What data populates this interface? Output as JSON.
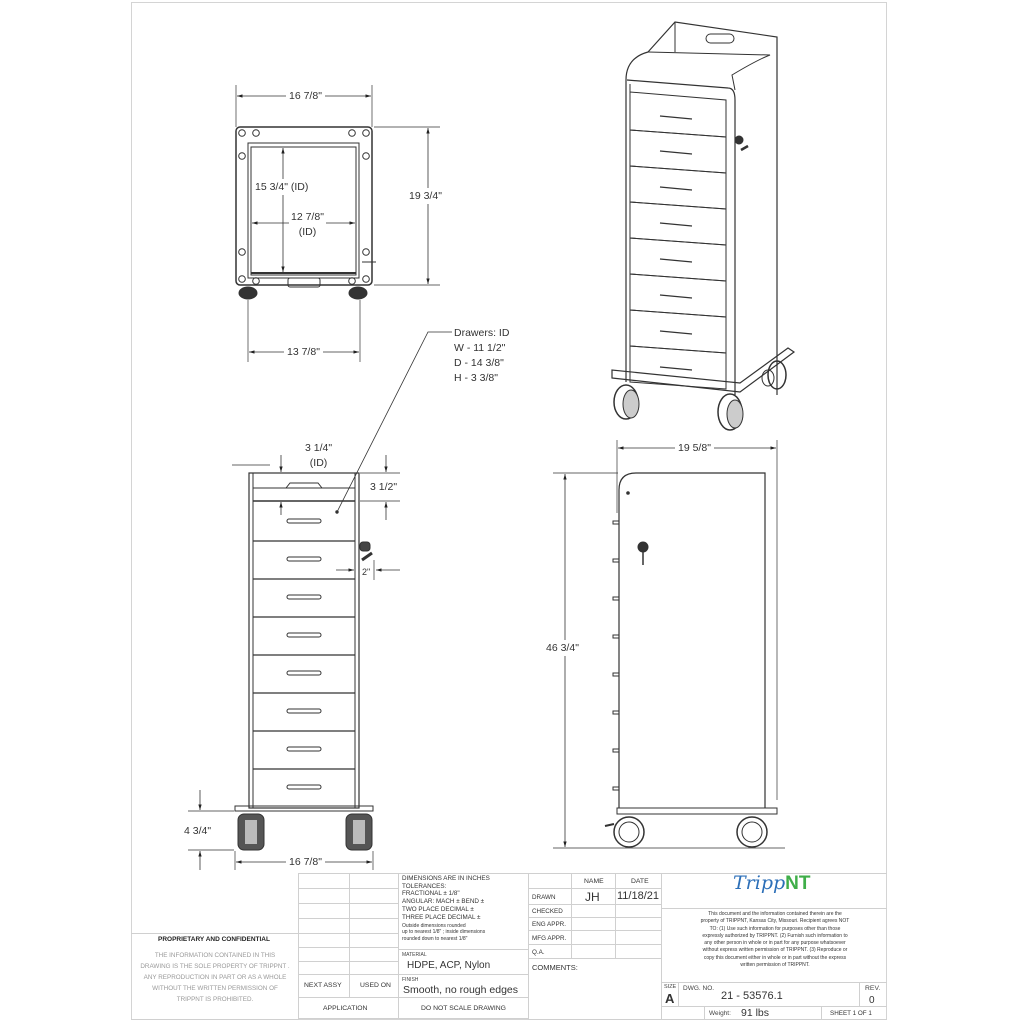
{
  "drawing": {
    "top_view": {
      "overall_width": "16 7/8\"",
      "overall_depth": "19 3/4\"",
      "inner_depth": "15 3/4\" (ID)",
      "inner_width_line1": "12 7/8\"",
      "inner_width_line2": "(ID)",
      "caster_spacing": "13 7/8\""
    },
    "drawer_note": {
      "title": "Drawers: ID",
      "width": "W - 11 1/2\"",
      "depth": "D - 14 3/8\"",
      "height": "H - 3 3/8\""
    },
    "front_view": {
      "top_tray_depth_line1": "3 1/4\"",
      "top_tray_depth_line2": "(ID)",
      "top_tray_height": "3 1/2\"",
      "lock_offset": "2\"",
      "caster_height": "4 3/4\"",
      "overall_width": "16 7/8\"",
      "drawer_count": 8
    },
    "side_view": {
      "overall_depth": "19 5/8\"",
      "overall_height": "46 3/4\""
    }
  },
  "title_block": {
    "proprietary": {
      "title": "PROPRIETARY AND CONFIDENTIAL",
      "body": "THE INFORMATION CONTAINED IN THIS DRAWING IS THE SOLE PROPERTY OF TRIPPNT . ANY REPRODUCTION IN PART OR AS A WHOLE WITHOUT THE WRITTEN PERMISSION OF TRIPPNT IS PROHIBITED."
    },
    "next_assy": "NEXT ASSY",
    "used_on": "USED ON",
    "application": "APPLICATION",
    "tolerances": {
      "line1": "DIMENSIONS ARE IN INCHES",
      "line2": "TOLERANCES:",
      "line3": "FRACTIONAL ±  1/8\"",
      "line4": "ANGULAR: MACH ±     BEND ±",
      "line5": "TWO PLACE DECIMAL     ±",
      "line6": "THREE PLACE DECIMAL   ±",
      "note1": "Outside dimensions rounded",
      "note2": "up to nearest 1/8\" ; inside dimensions",
      "note3": "rounded down to nearest 1/8\""
    },
    "material_label": "MATERIAL",
    "material": "HDPE, ACP, Nylon",
    "finish_label": "FINISH",
    "finish": "Smooth, no rough edges",
    "do_not_scale": "DO  NOT  SCALE  DRAWING",
    "approvals": {
      "name_header": "NAME",
      "date_header": "DATE",
      "drawn_label": "DRAWN",
      "drawn_name": "JH",
      "drawn_date": "11/18/21",
      "checked_label": "CHECKED",
      "eng_label": "ENG APPR.",
      "mfg_label": "MFG APPR.",
      "qa_label": "Q.A.",
      "comments_label": "COMMENTS:"
    },
    "logo": {
      "script": "Tripp",
      "bold": "NT",
      "script_color": "#2c6fb8",
      "bold_color": "#3fae49"
    },
    "legal": "This document and the information contained therein are the property of TRIPPNT, Kansas City, Missouri. Recipient agrees NOT TO: (1) Use such information for purposes other than those expressly authorized by TRIPPNT. (2) Furnish such information to any other person in whole or in part for any purpose whatsoever without express written permission of TRIPPNT. (3) Reproduce or copy this document either in whole or in part without the express written permission of TRIPPNT.",
    "size_label": "SIZE",
    "size": "A",
    "dwg_no_label": "DWG.  NO.",
    "dwg_no": "21 - 53576.1",
    "rev_label": "REV.",
    "rev": "0",
    "weight_label": "Weight:",
    "weight": "91 lbs",
    "sheet": "SHEET 1 OF 1"
  }
}
